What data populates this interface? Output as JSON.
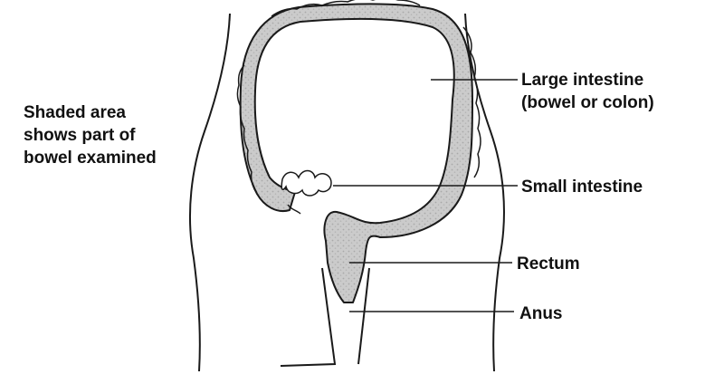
{
  "note": {
    "lines": [
      "Shaded area",
      "shows part of",
      "bowel examined"
    ]
  },
  "labels": {
    "large_intestine": [
      "Large intestine",
      "(bowel or colon)"
    ],
    "small_intestine": "Small intestine",
    "rectum": "Rectum",
    "anus": "Anus"
  },
  "colors": {
    "line": "#1a1a1a",
    "shading": "#c8c8c8",
    "text": "#111111",
    "background": "#ffffff"
  }
}
